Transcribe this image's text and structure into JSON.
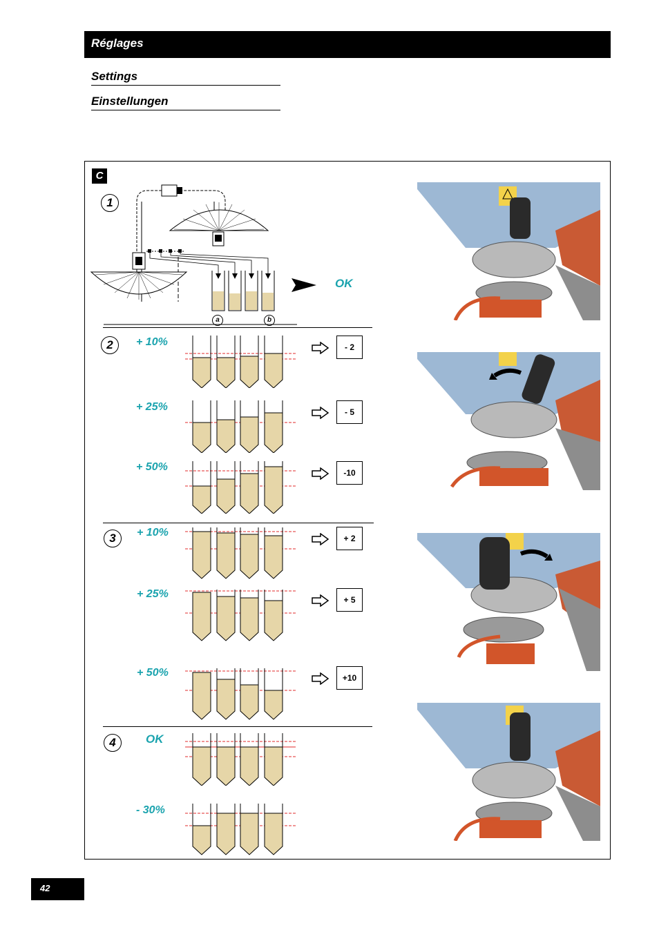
{
  "header": {
    "title": "Réglages"
  },
  "subtitles": {
    "settings": "Settings",
    "einstellungen": "Einstellungen"
  },
  "section": {
    "label": "C"
  },
  "steps": {
    "one": {
      "number": "1",
      "ok": "OK",
      "label_a": "a",
      "label_b": "b"
    },
    "two": {
      "number": "2",
      "rows": [
        {
          "percent": "+ 10%",
          "adjust": "- 2"
        },
        {
          "percent": "+ 25%",
          "adjust": "- 5"
        },
        {
          "percent": "+ 50%",
          "adjust": "-10"
        }
      ]
    },
    "three": {
      "number": "3",
      "rows": [
        {
          "percent": "+ 10%",
          "adjust": "+ 2"
        },
        {
          "percent": "+ 25%",
          "adjust": "+ 5"
        },
        {
          "percent": "+ 50%",
          "adjust": "+10"
        }
      ]
    },
    "four": {
      "number": "4",
      "rows": [
        {
          "percent": "OK"
        },
        {
          "percent": "- 30%"
        }
      ]
    }
  },
  "page_number": "42",
  "colors": {
    "accent": "#1aa3ae",
    "hopper_blue": "#9db8d4",
    "machine_orange": "#d2552a",
    "header_black": "#000000"
  }
}
